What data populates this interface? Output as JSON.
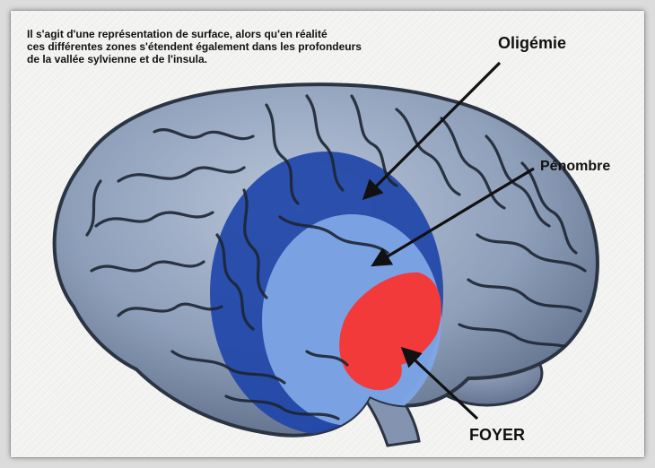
{
  "note": {
    "lines": [
      "Il s'agit d'une représentation de surface, alors qu'en réalité",
      "ces différentes zones s'étendent également dans les profondeurs",
      "de la vallée sylvienne et de l'insula."
    ]
  },
  "labels": {
    "oligemie": "Oligémie",
    "penombre": "Pénombre",
    "foyer": "FOYER"
  },
  "colors": {
    "brain": "#8e9fba",
    "brain_outline": "#2b3443",
    "oligemie_zone": "#1f45a8",
    "penombre_zone": "#7ea7e6",
    "foyer_zone": "#f23a3a"
  }
}
